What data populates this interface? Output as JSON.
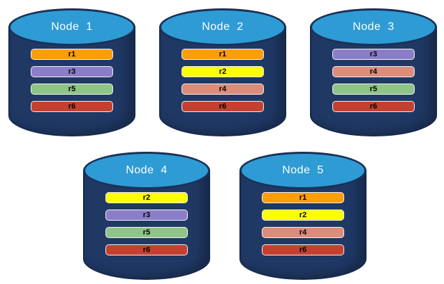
{
  "colors": {
    "cylinder_body": "#1F3864",
    "cylinder_outline": "#15294B",
    "cylinder_top": "#2E9BD5",
    "cylinder_top_outline": "#1A3257",
    "bar_border": "#F2F2F2",
    "node_label_text": "#FFFFFF",
    "bar_label_text": "#000000",
    "background": "#FFFFFF"
  },
  "replica_colors": {
    "r1": "#FC9E04",
    "r2": "#FEFE02",
    "r3": "#8B7EC8",
    "r4": "#DC8C7A",
    "r5": "#8EC487",
    "r6": "#C44130"
  },
  "nodes": [
    {
      "label": "Node  1",
      "replicas": [
        "r1",
        "r3",
        "r5",
        "r6"
      ]
    },
    {
      "label": "Node  2",
      "replicas": [
        "r1",
        "r2",
        "r4",
        "r6"
      ]
    },
    {
      "label": "Node  3",
      "replicas": [
        "r3",
        "r4",
        "r5",
        "r6"
      ]
    },
    {
      "label": "Node  4",
      "replicas": [
        "r2",
        "r3",
        "r5",
        "r6"
      ]
    },
    {
      "label": "Node  5",
      "replicas": [
        "r1",
        "r2",
        "r4",
        "r6"
      ]
    }
  ]
}
